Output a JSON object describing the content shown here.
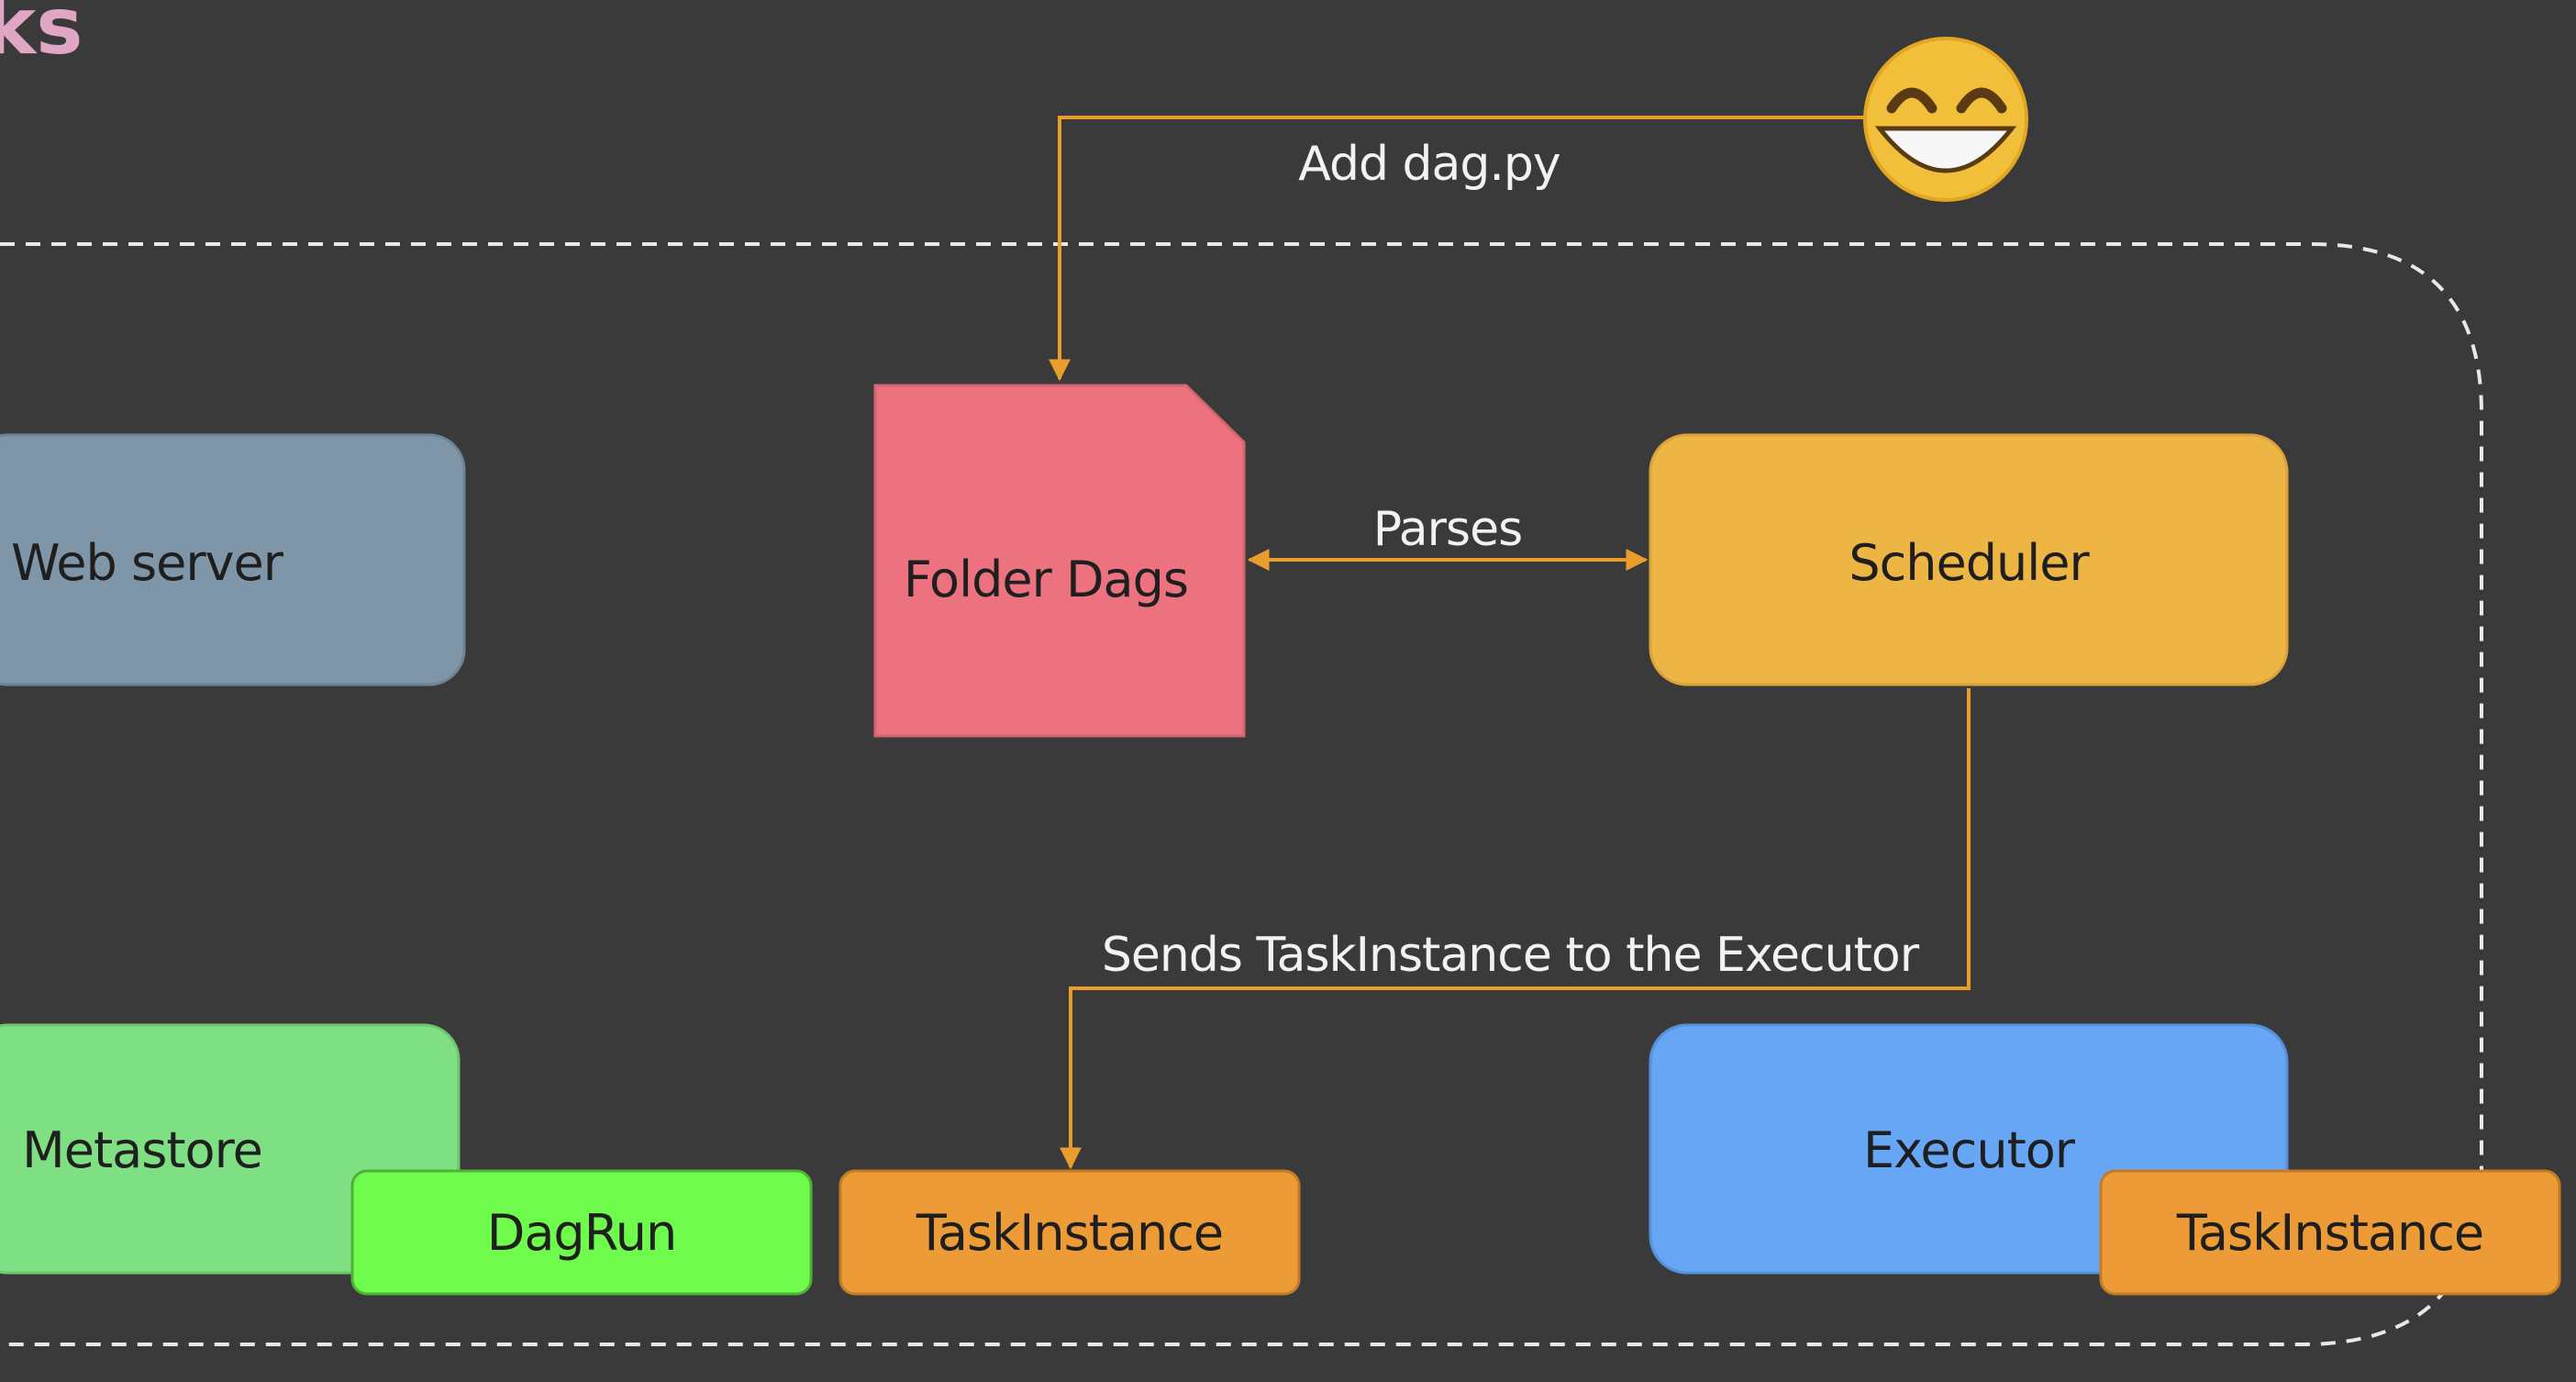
{
  "title_fragment": "ks",
  "nodes": {
    "web_server": "Web server",
    "folder_dags": "Folder Dags",
    "scheduler": "Scheduler",
    "metastore": "Metastore",
    "dagrun": "DagRun",
    "taskinstance_left": "TaskInstance",
    "executor": "Executor",
    "taskinstance_right": "TaskInstance"
  },
  "edges": {
    "add_dag": "Add dag.py",
    "parses": "Parses",
    "sends_taskinstance": "Sends TaskInstance to the Executor"
  },
  "user_icon": "grinning-face-emoji",
  "colors": {
    "background": "#3a3a3a",
    "web_server": "#7f96a8",
    "folder_dags": "#ec727f",
    "scheduler": "#edb544",
    "metastore": "#7fdf83",
    "dagrun": "#6efb4b",
    "taskinstance": "#ec9b36",
    "executor": "#66a6f4",
    "arrow": "#e89d2c",
    "boundary": "#e8e8e8"
  }
}
